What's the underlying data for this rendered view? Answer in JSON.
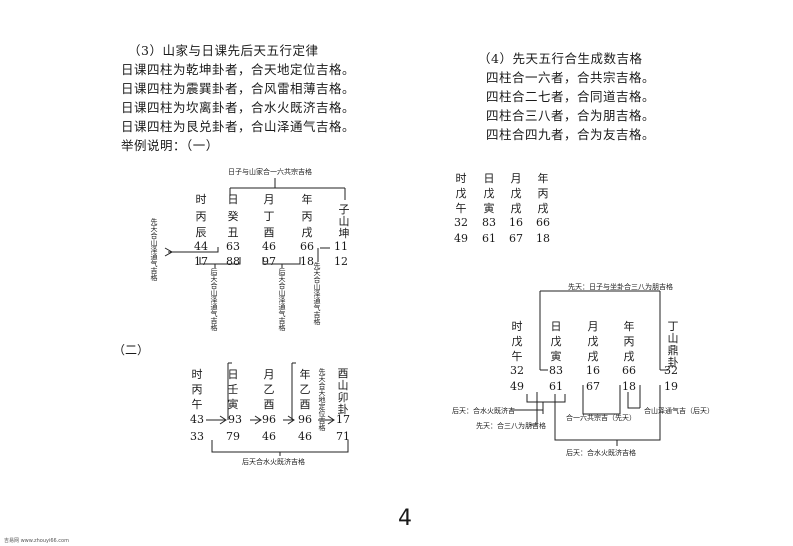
{
  "left_text": {
    "title": "（3）山家与日课先后天五行定律",
    "rules": [
      "日课四柱为乾坤卦者，合天地定位吉格。",
      "日课四柱为震巽卦者，合风雷相薄吉格。",
      "日课四柱为坎离卦者，合水火既济吉格。",
      "日课四柱为艮兑卦者，合山泽通气吉格。"
    ],
    "example": "举例说明：（一）"
  },
  "right_text": {
    "title": "（4）先天五行合生成数吉格",
    "rules": [
      "四柱合一六者，合共宗吉格。",
      "四柱合二七者，合同道吉格。",
      "四柱合三八者，合为朋吉格。",
      "四柱合四九者，合为友吉格。"
    ]
  },
  "example1": {
    "top_label": "日子与山家合一六共宗吉格",
    "headers": [
      "时",
      "日",
      "月",
      "年"
    ],
    "stems": [
      "丙",
      "癸",
      "丁",
      "丙"
    ],
    "branches": [
      "辰",
      "丑",
      "酉",
      "戌"
    ],
    "row1": [
      "44",
      "63",
      "46",
      "66"
    ],
    "row2": [
      "17",
      "88",
      "97",
      "18"
    ],
    "mountain_chars": [
      "子",
      "山",
      "坤"
    ],
    "mountain_row1": "11",
    "mountain_row2": "12",
    "left_label": "先天合山泽通气吉格",
    "label_a": "后天合山泽通气吉格",
    "label_b": "后天合山泽通气吉格",
    "label_c": "先天合山泽通气吉格"
  },
  "example2": {
    "marker": "（二）",
    "headers": [
      "时",
      "日",
      "月",
      "年"
    ],
    "stems": [
      "丙",
      "壬",
      "乙",
      "乙"
    ],
    "branches": [
      "午",
      "寅",
      "酉",
      "酉"
    ],
    "row1": [
      "43",
      "93",
      "96",
      "96"
    ],
    "row2": [
      "33",
      "79",
      "46",
      "46"
    ],
    "mountain_chars": [
      "酉",
      "山",
      "卯",
      "卦"
    ],
    "mountain_row1": "17",
    "mountain_row2": "71",
    "right_label": "先天合天地定位吉格",
    "bottom_label": "后天合水火既济吉格"
  },
  "table_right": {
    "headers": [
      "时",
      "日",
      "月",
      "年"
    ],
    "stems": [
      "戊",
      "戊",
      "戊",
      "丙"
    ],
    "branches": [
      "午",
      "寅",
      "戌",
      "戌"
    ],
    "row1": [
      "32",
      "83",
      "16",
      "66"
    ],
    "row2": [
      "49",
      "61",
      "67",
      "18"
    ]
  },
  "example3": {
    "top_label": "先天：日子与坐卦合三八为朋吉格",
    "headers": [
      "时",
      "日",
      "月",
      "年"
    ],
    "stems": [
      "戊",
      "戊",
      "戊",
      "丙"
    ],
    "branches": [
      "午",
      "寅",
      "戌",
      "戌"
    ],
    "row1": [
      "32",
      "83",
      "16",
      "66"
    ],
    "row2": [
      "49",
      "61",
      "67",
      "18"
    ],
    "mountain_chars": [
      "丁",
      "山",
      "鼎",
      "卦"
    ],
    "mountain_row1": "32",
    "mountain_row2": "19",
    "label_houtian_left": "后天：合水火既济吉",
    "label_xiantian": "先天：合三八为朋吉格",
    "label_mid": "合一六共宗吉（先天）",
    "label_right": "合山泽通气吉（后天）",
    "label_bottom": "后天：合水火既济吉格"
  },
  "page_number": "4",
  "footer": "吉易网 www.zhouyi66.com"
}
